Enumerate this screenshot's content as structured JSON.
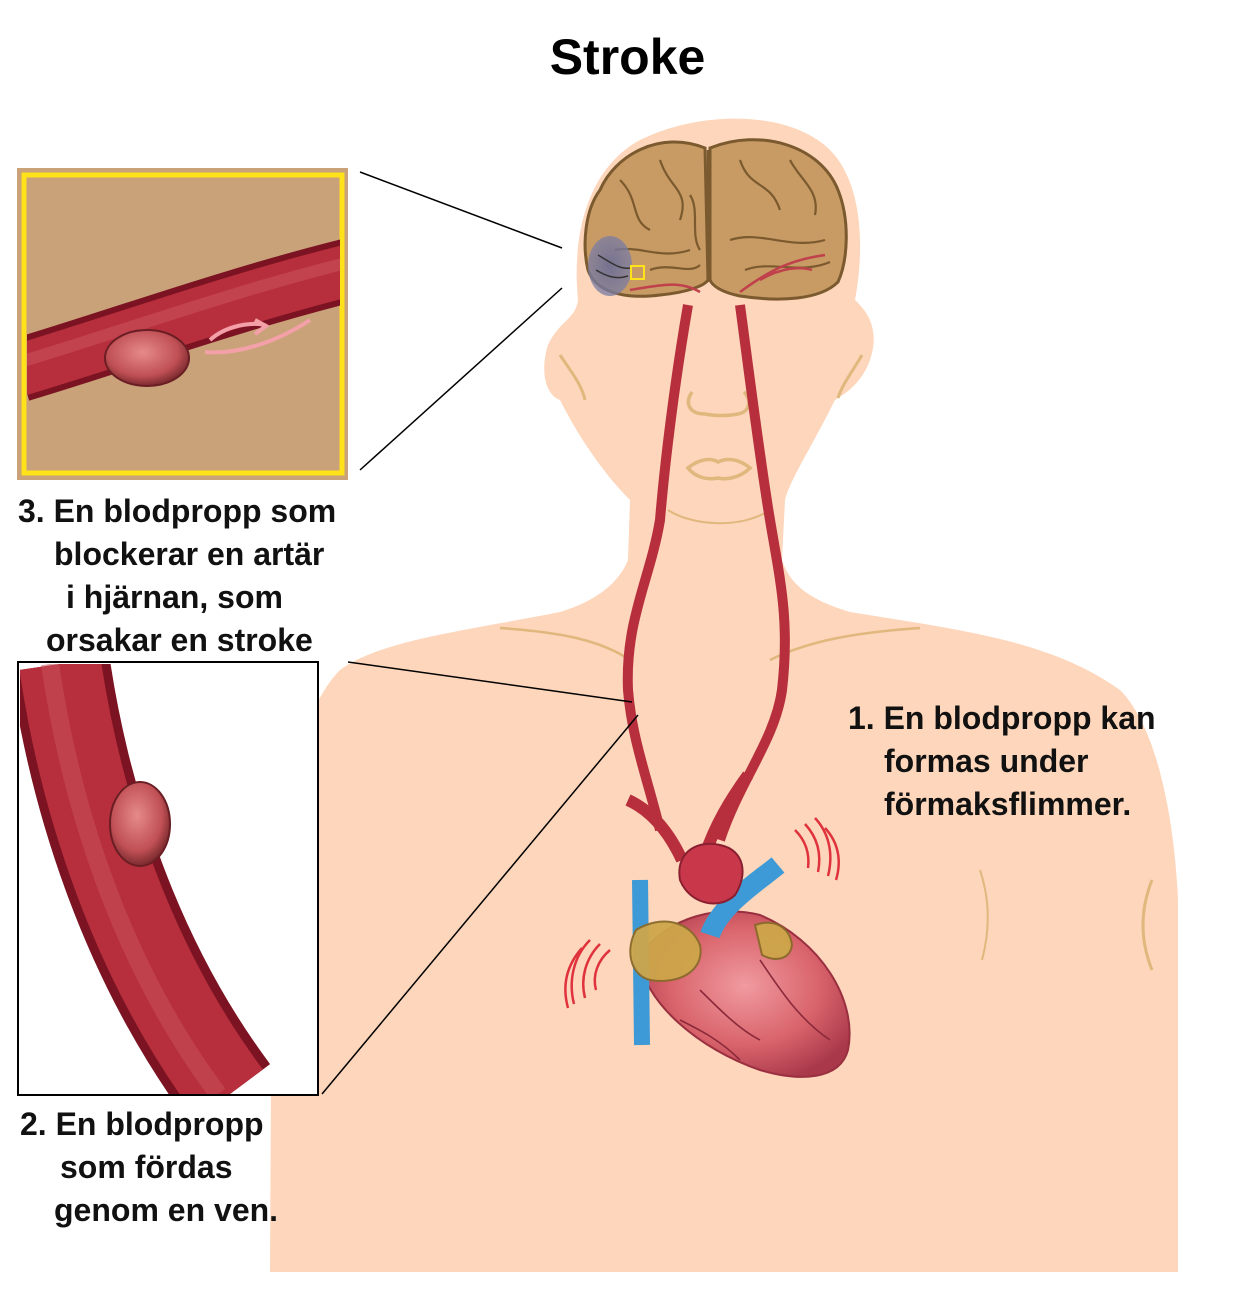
{
  "title": "Stroke",
  "labels": {
    "step1": [
      "1. En blodpropp kan",
      "formas under",
      "förmaksflimmer."
    ],
    "step2": [
      "2. En blodpropp",
      "som fördas",
      "genom en ven."
    ],
    "step3": [
      "3. En blodpropp som",
      "blockerar en artär",
      "i hjärnan, som",
      "orsakar en stroke"
    ]
  },
  "colors": {
    "skin": "#fdd6bb",
    "skin_line": "#e0b77d",
    "brain": "#c89a64",
    "vessel": "#b72f3c",
    "vessel_dark": "#7c1322",
    "heart": "#d9636b",
    "vein_blue": "#3e9ad6",
    "fat_yellow": "#cda64a",
    "inset_bg": "#c9a27a",
    "inset_border": "#ffe21a",
    "clot": "#c95a5e"
  }
}
